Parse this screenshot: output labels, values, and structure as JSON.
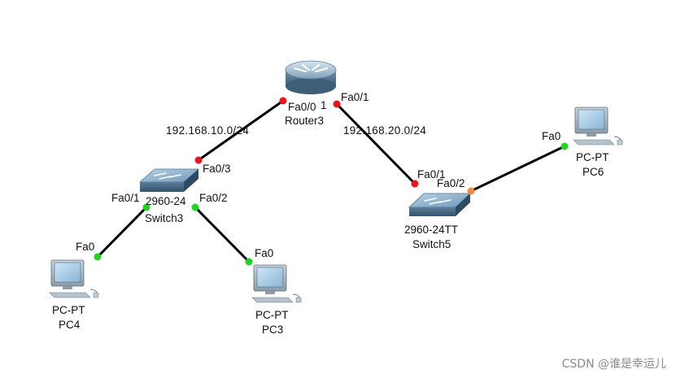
{
  "links": [
    {
      "from": "Router3",
      "to": "Switch3",
      "network": "192.168.10.0/24"
    },
    {
      "from": "Router3",
      "to": "Switch5",
      "network": "192.168.20.0/24"
    },
    {
      "from": "Switch3",
      "to": "PC4"
    },
    {
      "from": "Switch3",
      "to": "PC3"
    },
    {
      "from": "Switch5",
      "to": "PC6"
    }
  ],
  "devices": {
    "router3": {
      "name": "Router3",
      "port_left": "Fa0/0",
      "port_left_tail": "1",
      "port_right": "Fa0/1"
    },
    "switch3": {
      "model": "2960-24",
      "name": "Switch3",
      "port_up": "Fa0/3",
      "port_left": "Fa0/1",
      "port_right": "Fa0/2"
    },
    "switch5": {
      "model": "2960-24TT",
      "name": "Switch5",
      "port_up": "Fa0/1",
      "port_right": "Fa0/2"
    },
    "pc4": {
      "type": "PC-PT",
      "name": "PC4",
      "port": "Fa0"
    },
    "pc3": {
      "type": "PC-PT",
      "name": "PC3",
      "port": "Fa0"
    },
    "pc6": {
      "type": "PC-PT",
      "name": "PC6",
      "port": "Fa0"
    }
  },
  "link_status_colors": {
    "down": "#e8141a",
    "up": "#22d422",
    "pending": "#f08a3c"
  },
  "watermark": "CSDN @谁是幸运儿"
}
